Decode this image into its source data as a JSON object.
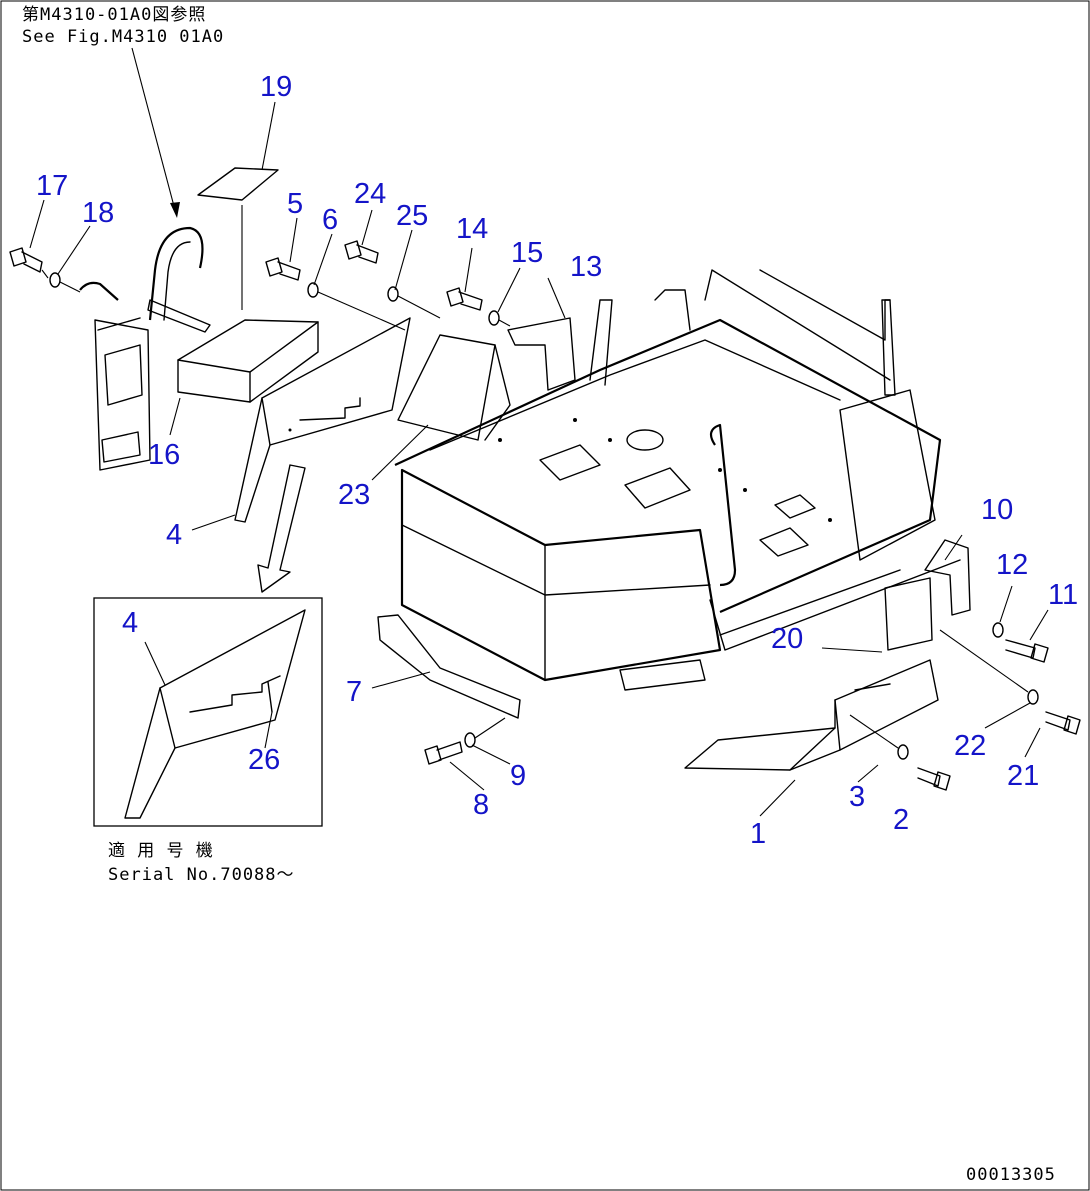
{
  "reference_note": {
    "line1": "第M4310-01A0図参照",
    "line2": "See Fig.M4310 01A0"
  },
  "inset": {
    "serial_line1": "適 用 号 機",
    "serial_line2": "Serial No.70088～"
  },
  "drawing_number": "00013305",
  "callouts": [
    "1",
    "2",
    "3",
    "4",
    "5",
    "6",
    "7",
    "8",
    "9",
    "10",
    "11",
    "12",
    "13",
    "14",
    "15",
    "16",
    "17",
    "18",
    "19",
    "20",
    "21",
    "22",
    "23",
    "24",
    "25",
    "26"
  ],
  "colors": {
    "callout": "#1414c8",
    "line": "#000000",
    "background": "#ffffff"
  }
}
